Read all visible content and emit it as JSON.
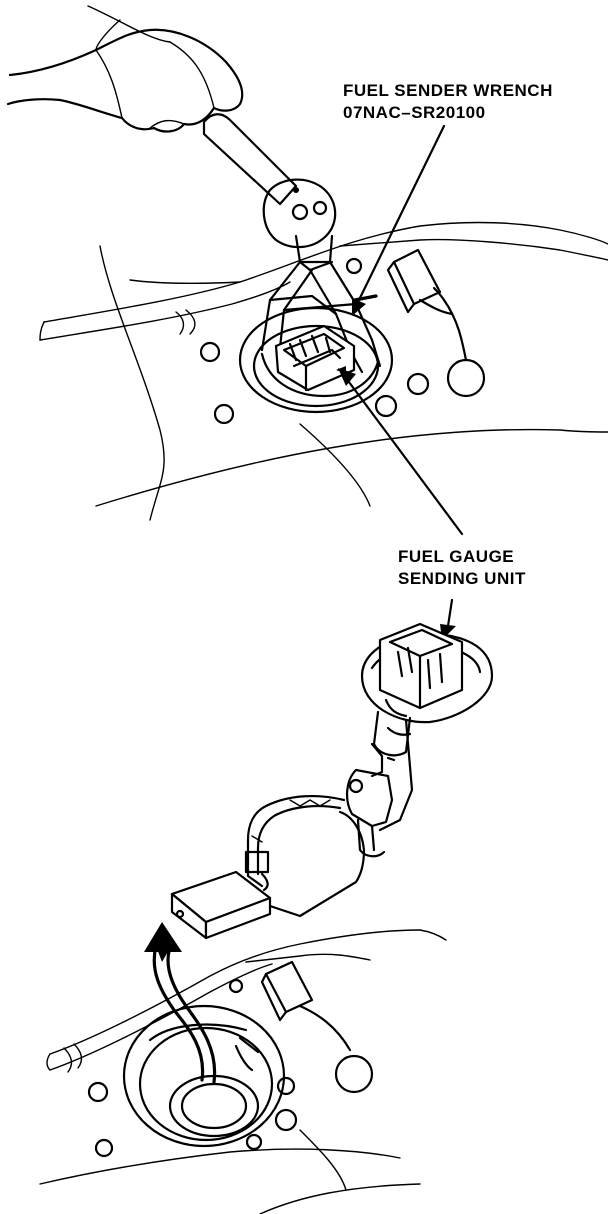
{
  "labels": {
    "wrench_line1": "FUEL SENDER WRENCH",
    "wrench_line2": "07NAC–SR20100",
    "unit_line1": "FUEL GAUGE",
    "unit_line2": "SENDING UNIT"
  },
  "colors": {
    "ink": "#000000",
    "paper": "#ffffff"
  }
}
